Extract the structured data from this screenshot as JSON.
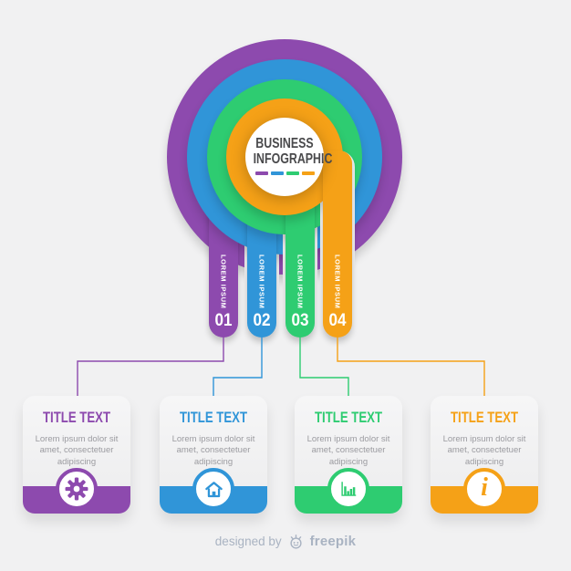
{
  "palette": {
    "purple": "#8d4aae",
    "blue": "#3095d8",
    "green": "#2ecc71",
    "orange": "#f5a117",
    "background": "#f1f1f2",
    "center_title": "#4a4a4c",
    "body_text": "#9b9ba0",
    "footer_text": "#a9b3c2"
  },
  "center": {
    "title_line1": "BUSINESS",
    "title_line2": "INFOGRAPHIC"
  },
  "steps": [
    {
      "number": "01",
      "label": "LOREM IPSUM",
      "color": "#8d4aae"
    },
    {
      "number": "02",
      "label": "LOREM IPSUM",
      "color": "#3095d8"
    },
    {
      "number": "03",
      "label": "LOREM IPSUM",
      "color": "#2ecc71"
    },
    {
      "number": "04",
      "label": "LOREM IPSUM",
      "color": "#f5a117"
    }
  ],
  "cards": [
    {
      "title": "TITLE TEXT",
      "body_lines": [
        "Lorem ipsum dolor sit",
        "amet, consectetuer",
        "adipiscing"
      ],
      "icon": "gear-icon",
      "color": "#8d4aae"
    },
    {
      "title": "TITLE TEXT",
      "body_lines": [
        "Lorem ipsum dolor sit",
        "amet, consectetuer",
        "adipiscing"
      ],
      "icon": "home-icon",
      "color": "#3095d8"
    },
    {
      "title": "TITLE TEXT",
      "body_lines": [
        "Lorem ipsum dolor sit",
        "amet, consectetuer",
        "adipiscing"
      ],
      "icon": "bar-chart-icon",
      "color": "#2ecc71"
    },
    {
      "title": "TITLE TEXT",
      "body_lines": [
        "Lorem ipsum dolor sit",
        "amet, consectetuer",
        "adipiscing"
      ],
      "icon": "info-icon",
      "icon_glyph": "i",
      "color": "#f5a117"
    }
  ],
  "footer": {
    "prefix": "designed by",
    "brand": "freepik"
  }
}
